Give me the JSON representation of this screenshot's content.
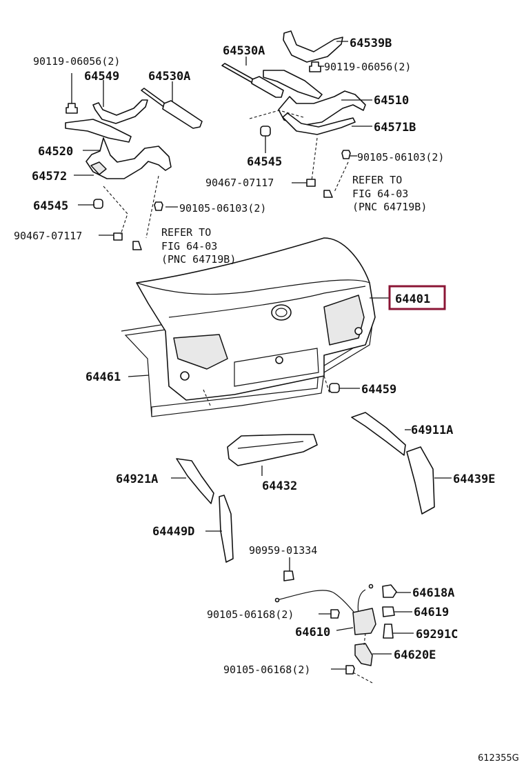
{
  "labels": {
    "l1": "90119-06056(2)",
    "l2": "64549",
    "l3": "64530A",
    "l4": "64530A",
    "l5": "64539B",
    "l6": "90119-06056(2)",
    "l7": "64510",
    "l8": "64571B",
    "l9": "64520",
    "l10": "64545",
    "l11": "90105-06103(2)",
    "l12": "64572",
    "l13": "90467-07117",
    "l14": "REFER TO",
    "l15": "FIG 64-03",
    "l16": "(PNC 64719B)",
    "l17": "64545",
    "l18": "90105-06103(2)",
    "l19": "90467-07117",
    "l20": "REFER TO",
    "l21": "FIG 64-03",
    "l22": "(PNC 64719B)",
    "l23": "64401",
    "l24": "64461",
    "l25": "64459",
    "l26": "64911A",
    "l27": "64921A",
    "l28": "64432",
    "l29": "64439E",
    "l30": "64449D",
    "l31": "90959-01334",
    "l32": "64618A",
    "l33": "90105-06168(2)",
    "l34": "64619",
    "l35": "64610",
    "l36": "69291C",
    "l37": "64620E",
    "l38": "90105-06168(2)"
  },
  "footer": {
    "code": "612355G"
  },
  "colors": {
    "highlight": "#8b1535",
    "ink": "#111111"
  }
}
